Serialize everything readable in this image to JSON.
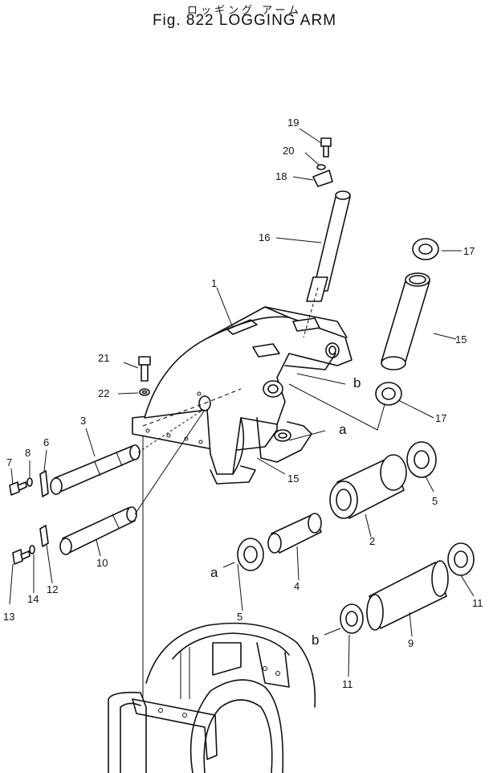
{
  "header": {
    "subtitle_jp": "ロッギング アーム",
    "title": "Fig. 822 LOGGING ARM"
  },
  "callouts": [
    {
      "id": "c1",
      "label": "1"
    },
    {
      "id": "c2",
      "label": "2"
    },
    {
      "id": "c3",
      "label": "3"
    },
    {
      "id": "c4",
      "label": "4"
    },
    {
      "id": "c5a",
      "label": "5"
    },
    {
      "id": "c5b",
      "label": "5"
    },
    {
      "id": "c6",
      "label": "6"
    },
    {
      "id": "c7",
      "label": "7"
    },
    {
      "id": "c8",
      "label": "8"
    },
    {
      "id": "c9",
      "label": "9"
    },
    {
      "id": "c10",
      "label": "10"
    },
    {
      "id": "c11a",
      "label": "11"
    },
    {
      "id": "c11b",
      "label": "11"
    },
    {
      "id": "c12",
      "label": "12"
    },
    {
      "id": "c13",
      "label": "13"
    },
    {
      "id": "c14",
      "label": "14"
    },
    {
      "id": "c15a",
      "label": "15"
    },
    {
      "id": "c15b",
      "label": "15"
    },
    {
      "id": "c16",
      "label": "16"
    },
    {
      "id": "c17a",
      "label": "17"
    },
    {
      "id": "c17b",
      "label": "17"
    },
    {
      "id": "c18",
      "label": "18"
    },
    {
      "id": "c19",
      "label": "19"
    },
    {
      "id": "c20",
      "label": "20"
    },
    {
      "id": "c21",
      "label": "21"
    },
    {
      "id": "c22",
      "label": "22"
    }
  ],
  "markers": [
    {
      "id": "ma1",
      "label": "a"
    },
    {
      "id": "ma2",
      "label": "a"
    },
    {
      "id": "mb1",
      "label": "b"
    },
    {
      "id": "mb2",
      "label": "b"
    }
  ]
}
